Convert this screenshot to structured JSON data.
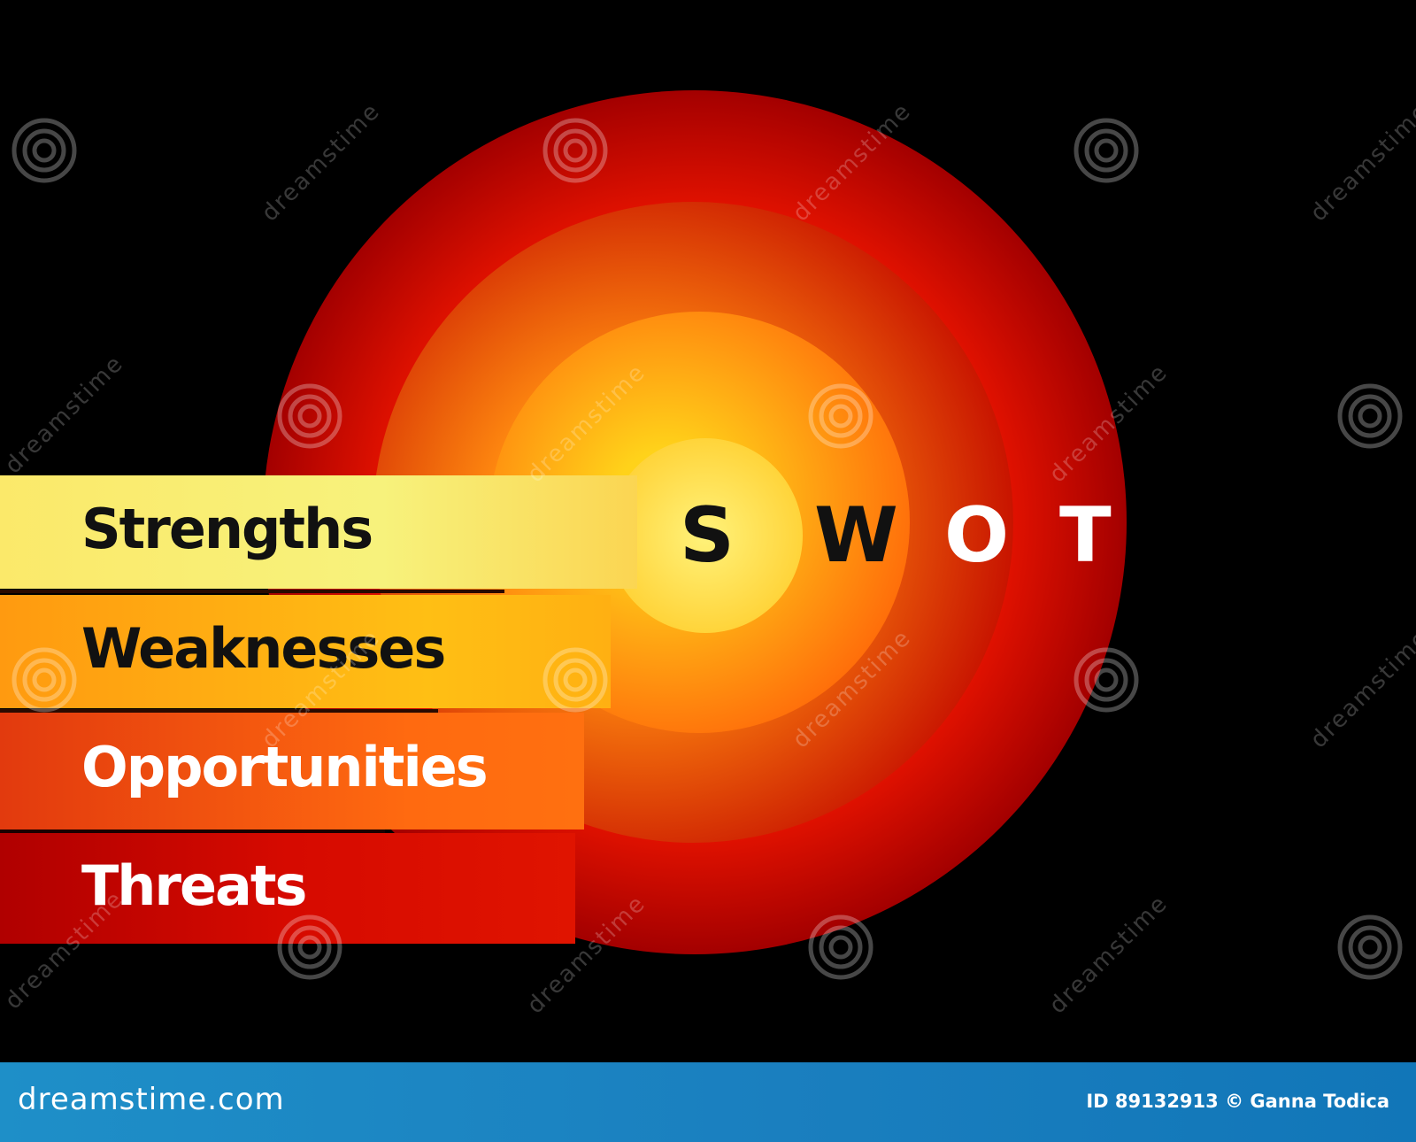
{
  "diagram": {
    "letters": [
      "S",
      "W",
      "O",
      "T"
    ],
    "bands": [
      {
        "label": "Strengths",
        "color": "#f8ec6e",
        "text_color": "#111111"
      },
      {
        "label": "Weaknesses",
        "color": "#ffa516",
        "text_color": "#111111"
      },
      {
        "label": "Opportunities",
        "color": "#e84a10",
        "text_color": "#ffffff"
      },
      {
        "label": "Threats",
        "color": "#b30000",
        "text_color": "#ffffff"
      }
    ],
    "ring_colors": [
      "#c00000",
      "#ff4c12",
      "#ffb000",
      "#ffe36a"
    ],
    "letter_colors": [
      "#111111",
      "#111111",
      "#ffffff",
      "#ffffff"
    ],
    "background": "#000000"
  },
  "watermark": {
    "text": "dreamstime",
    "icon": "spiral-logo-icon"
  },
  "footer": {
    "brand": "dreamstime.com",
    "credit": "ID 89132913 © Ganna Todica",
    "background": "#1a7fbf"
  }
}
